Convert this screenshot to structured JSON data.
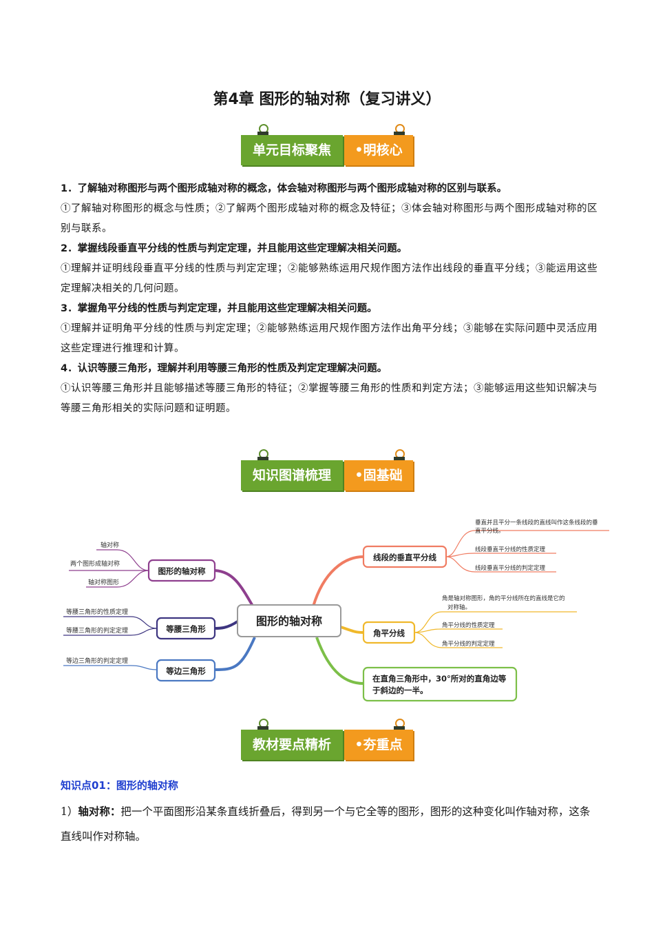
{
  "title": "第4章 图形的轴对称（复习讲义）",
  "banners": [
    {
      "left": "单元目标聚焦",
      "right": "•明核心"
    },
    {
      "left": "知识图谱梳理",
      "right": "•固基础"
    },
    {
      "left": "教材要点精析",
      "right": "•夯重点"
    }
  ],
  "goals": [
    {
      "heading": "1．了解轴对称图形与两个图形成轴对称的概念，体会轴对称图形与两个图形成轴对称的区别与联系。",
      "detail": "①了解轴对称图形的概念与性质；②了解两个图形成轴对称的概念及特征；③体会轴对称图形与两个图形成轴对称的区别与联系。"
    },
    {
      "heading": "2．掌握线段垂直平分线的性质与判定定理，并且能用这些定理解决相关问题。",
      "detail": "①理解并证明线段垂直平分线的性质与判定定理；②能够熟练运用尺规作图方法作出线段的垂直平分线；③能运用这些定理解决相关的几何问题。"
    },
    {
      "heading": "3．掌握角平分线的性质与判定定理，并且能用这些定理解决相关问题。",
      "detail": "①理解并证明角平分线的性质与判定定理；②能够熟练运用尺规作图方法作出角平分线；③能够在实际问题中灵活应用这些定理进行推理和计算。"
    },
    {
      "heading": "4．认识等腰三角形，理解并利用等腰三角形的性质及判定定理解决问题。",
      "detail": "①认识等腰三角形并且能够描述等腰三角形的特征；②掌握等腰三角形的性质和判定方法；③能够运用这些知识解决与等腰三角形相关的实际问题和证明题。"
    }
  ],
  "mindmap": {
    "center": "图形的轴对称",
    "left": [
      {
        "label": "图形的轴对称",
        "leaves": [
          "轴对称",
          "两个图形成轴对称",
          "轴对称图形"
        ]
      },
      {
        "label": "等腰三角形",
        "leaves": [
          "等腰三角形的性质定理",
          "等腰三角形的判定定理"
        ]
      },
      {
        "label": "等边三角形",
        "leaves": [
          "等边三角形的判定定理"
        ]
      }
    ],
    "right": [
      {
        "label": "线段的垂直平分线",
        "leaves": [
          "垂直并且平分一条线段的直线叫作这条线段的垂",
          "直平分线。",
          "线段垂直平分线的性质定理",
          "线段垂直平分线的判定定理"
        ]
      },
      {
        "label": "角平分线",
        "leaves": [
          "角是轴对称图形，角的平分线所在的直线是它的",
          "对称轴。",
          "角平分线的性质定理",
          "角平分线的判定定理"
        ]
      },
      {
        "label": "在直角三角形中，30°所对的直角边等",
        "label2": "于斜边的一半。"
      }
    ]
  },
  "knowledge_point": "知识点01：图形的轴对称",
  "definition": {
    "prefix": "1）",
    "term": "轴对称：",
    "text": "把一个平面图形沿某条直线折叠后，得到另一个与它全等的图形，图形的这种变化叫作轴对称，这条直线叫作对称轴。"
  }
}
